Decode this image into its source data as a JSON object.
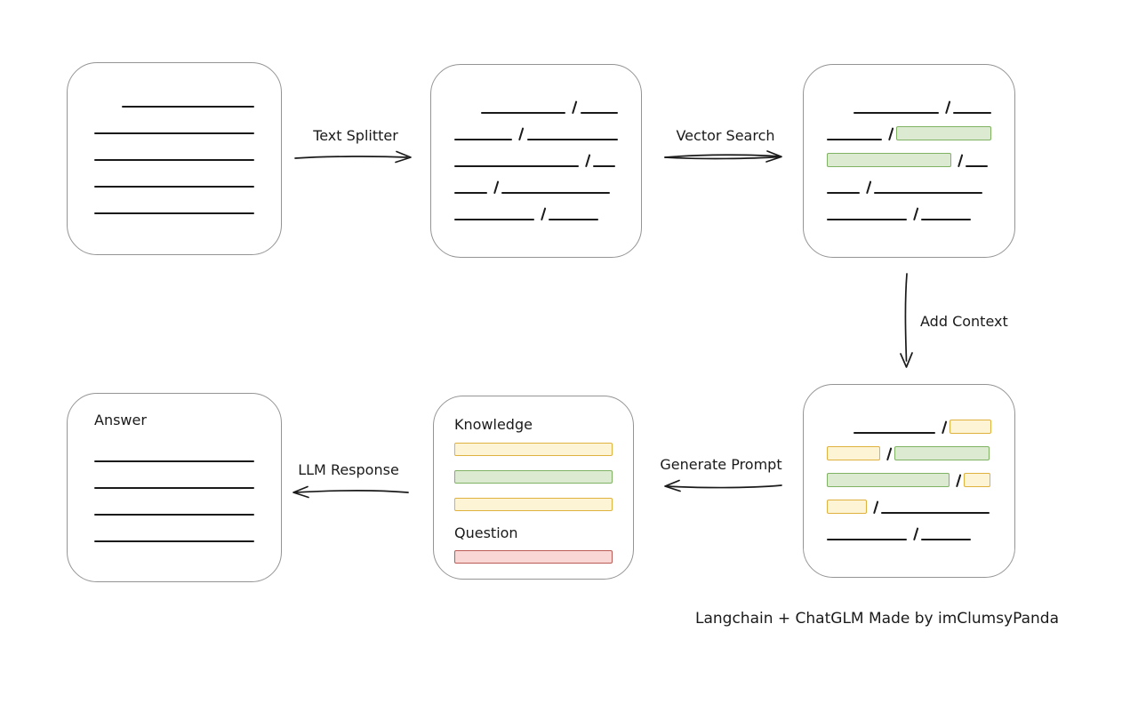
{
  "credit": "Langchain + ChatGLM Made by imClumsyPanda",
  "colors": {
    "line_color": "#1a1a1a",
    "box_border": "#949494",
    "green_fill": "#dcead2",
    "green_border": "#7fb262",
    "yellow_fill": "#fdf3d5",
    "yellow_border": "#dfb13e",
    "red_fill": "#f8d7d4",
    "red_border": "#bb5b56"
  },
  "arrows": {
    "text_splitter": "Text Splitter",
    "vector_search": "Vector Search",
    "add_context": "Add Context",
    "generate_prompt": "Generate Prompt",
    "llm_response": "LLM Response"
  },
  "boxes": {
    "document": {
      "rows": [
        [
          {
            "t": "line",
            "w": 151,
            "ind": 31
          }
        ],
        [
          {
            "t": "line",
            "w": 182
          }
        ],
        [
          {
            "t": "line",
            "w": 182
          }
        ],
        [
          {
            "t": "line",
            "w": 182
          }
        ],
        [
          {
            "t": "line",
            "w": 182
          }
        ]
      ]
    },
    "split_chunks": {
      "rows": [
        [
          {
            "t": "line",
            "w": 97,
            "ind": 30
          },
          {
            "t": "slash"
          },
          {
            "t": "line",
            "w": 43
          }
        ],
        [
          {
            "t": "line",
            "w": 68
          },
          {
            "t": "slash"
          },
          {
            "t": "line",
            "w": 107
          }
        ],
        [
          {
            "t": "line",
            "w": 140
          },
          {
            "t": "slash"
          },
          {
            "t": "line",
            "w": 25
          }
        ],
        [
          {
            "t": "line",
            "w": 37
          },
          {
            "t": "slash"
          },
          {
            "t": "line",
            "w": 122
          }
        ],
        [
          {
            "t": "line",
            "w": 90
          },
          {
            "t": "slash"
          },
          {
            "t": "line",
            "w": 56
          }
        ]
      ]
    },
    "matched_chunks": {
      "rows": [
        [
          {
            "t": "line",
            "w": 97,
            "ind": 30
          },
          {
            "t": "slash"
          },
          {
            "t": "line",
            "w": 43
          }
        ],
        [
          {
            "t": "line",
            "w": 68
          },
          {
            "t": "slash"
          },
          {
            "t": "chunk",
            "c": "green",
            "w": 107
          }
        ],
        [
          {
            "t": "chunk",
            "c": "green",
            "w": 140
          },
          {
            "t": "slash"
          },
          {
            "t": "line",
            "w": 25
          }
        ],
        [
          {
            "t": "line",
            "w": 37
          },
          {
            "t": "slash"
          },
          {
            "t": "line",
            "w": 122
          }
        ],
        [
          {
            "t": "line",
            "w": 90
          },
          {
            "t": "slash"
          },
          {
            "t": "line",
            "w": 56
          }
        ]
      ]
    },
    "context_chunks": {
      "rows": [
        [
          {
            "t": "line",
            "w": 93,
            "ind": 30
          },
          {
            "t": "slash"
          },
          {
            "t": "chunk",
            "c": "yellow",
            "w": 47
          }
        ],
        [
          {
            "t": "chunk",
            "c": "yellow",
            "w": 60
          },
          {
            "t": "slash"
          },
          {
            "t": "chunk",
            "c": "green",
            "w": 107
          }
        ],
        [
          {
            "t": "chunk",
            "c": "green",
            "w": 138
          },
          {
            "t": "slash"
          },
          {
            "t": "chunk",
            "c": "yellow",
            "w": 30
          }
        ],
        [
          {
            "t": "chunk",
            "c": "yellow",
            "w": 45
          },
          {
            "t": "slash"
          },
          {
            "t": "line",
            "w": 122
          }
        ],
        [
          {
            "t": "line",
            "w": 90
          },
          {
            "t": "slash"
          },
          {
            "t": "line",
            "w": 56
          }
        ]
      ]
    },
    "prompt": {
      "knowledge_label": "Knowledge",
      "question_label": "Question",
      "knowledge_bars": [
        "yellow",
        "green",
        "yellow"
      ],
      "question_bars": [
        "red"
      ]
    },
    "answer": {
      "label": "Answer",
      "rows": [
        [
          {
            "t": "line",
            "w": 180
          }
        ],
        [
          {
            "t": "line",
            "w": 180
          }
        ],
        [
          {
            "t": "line",
            "w": 180
          }
        ],
        [
          {
            "t": "line",
            "w": 180
          }
        ]
      ]
    }
  }
}
